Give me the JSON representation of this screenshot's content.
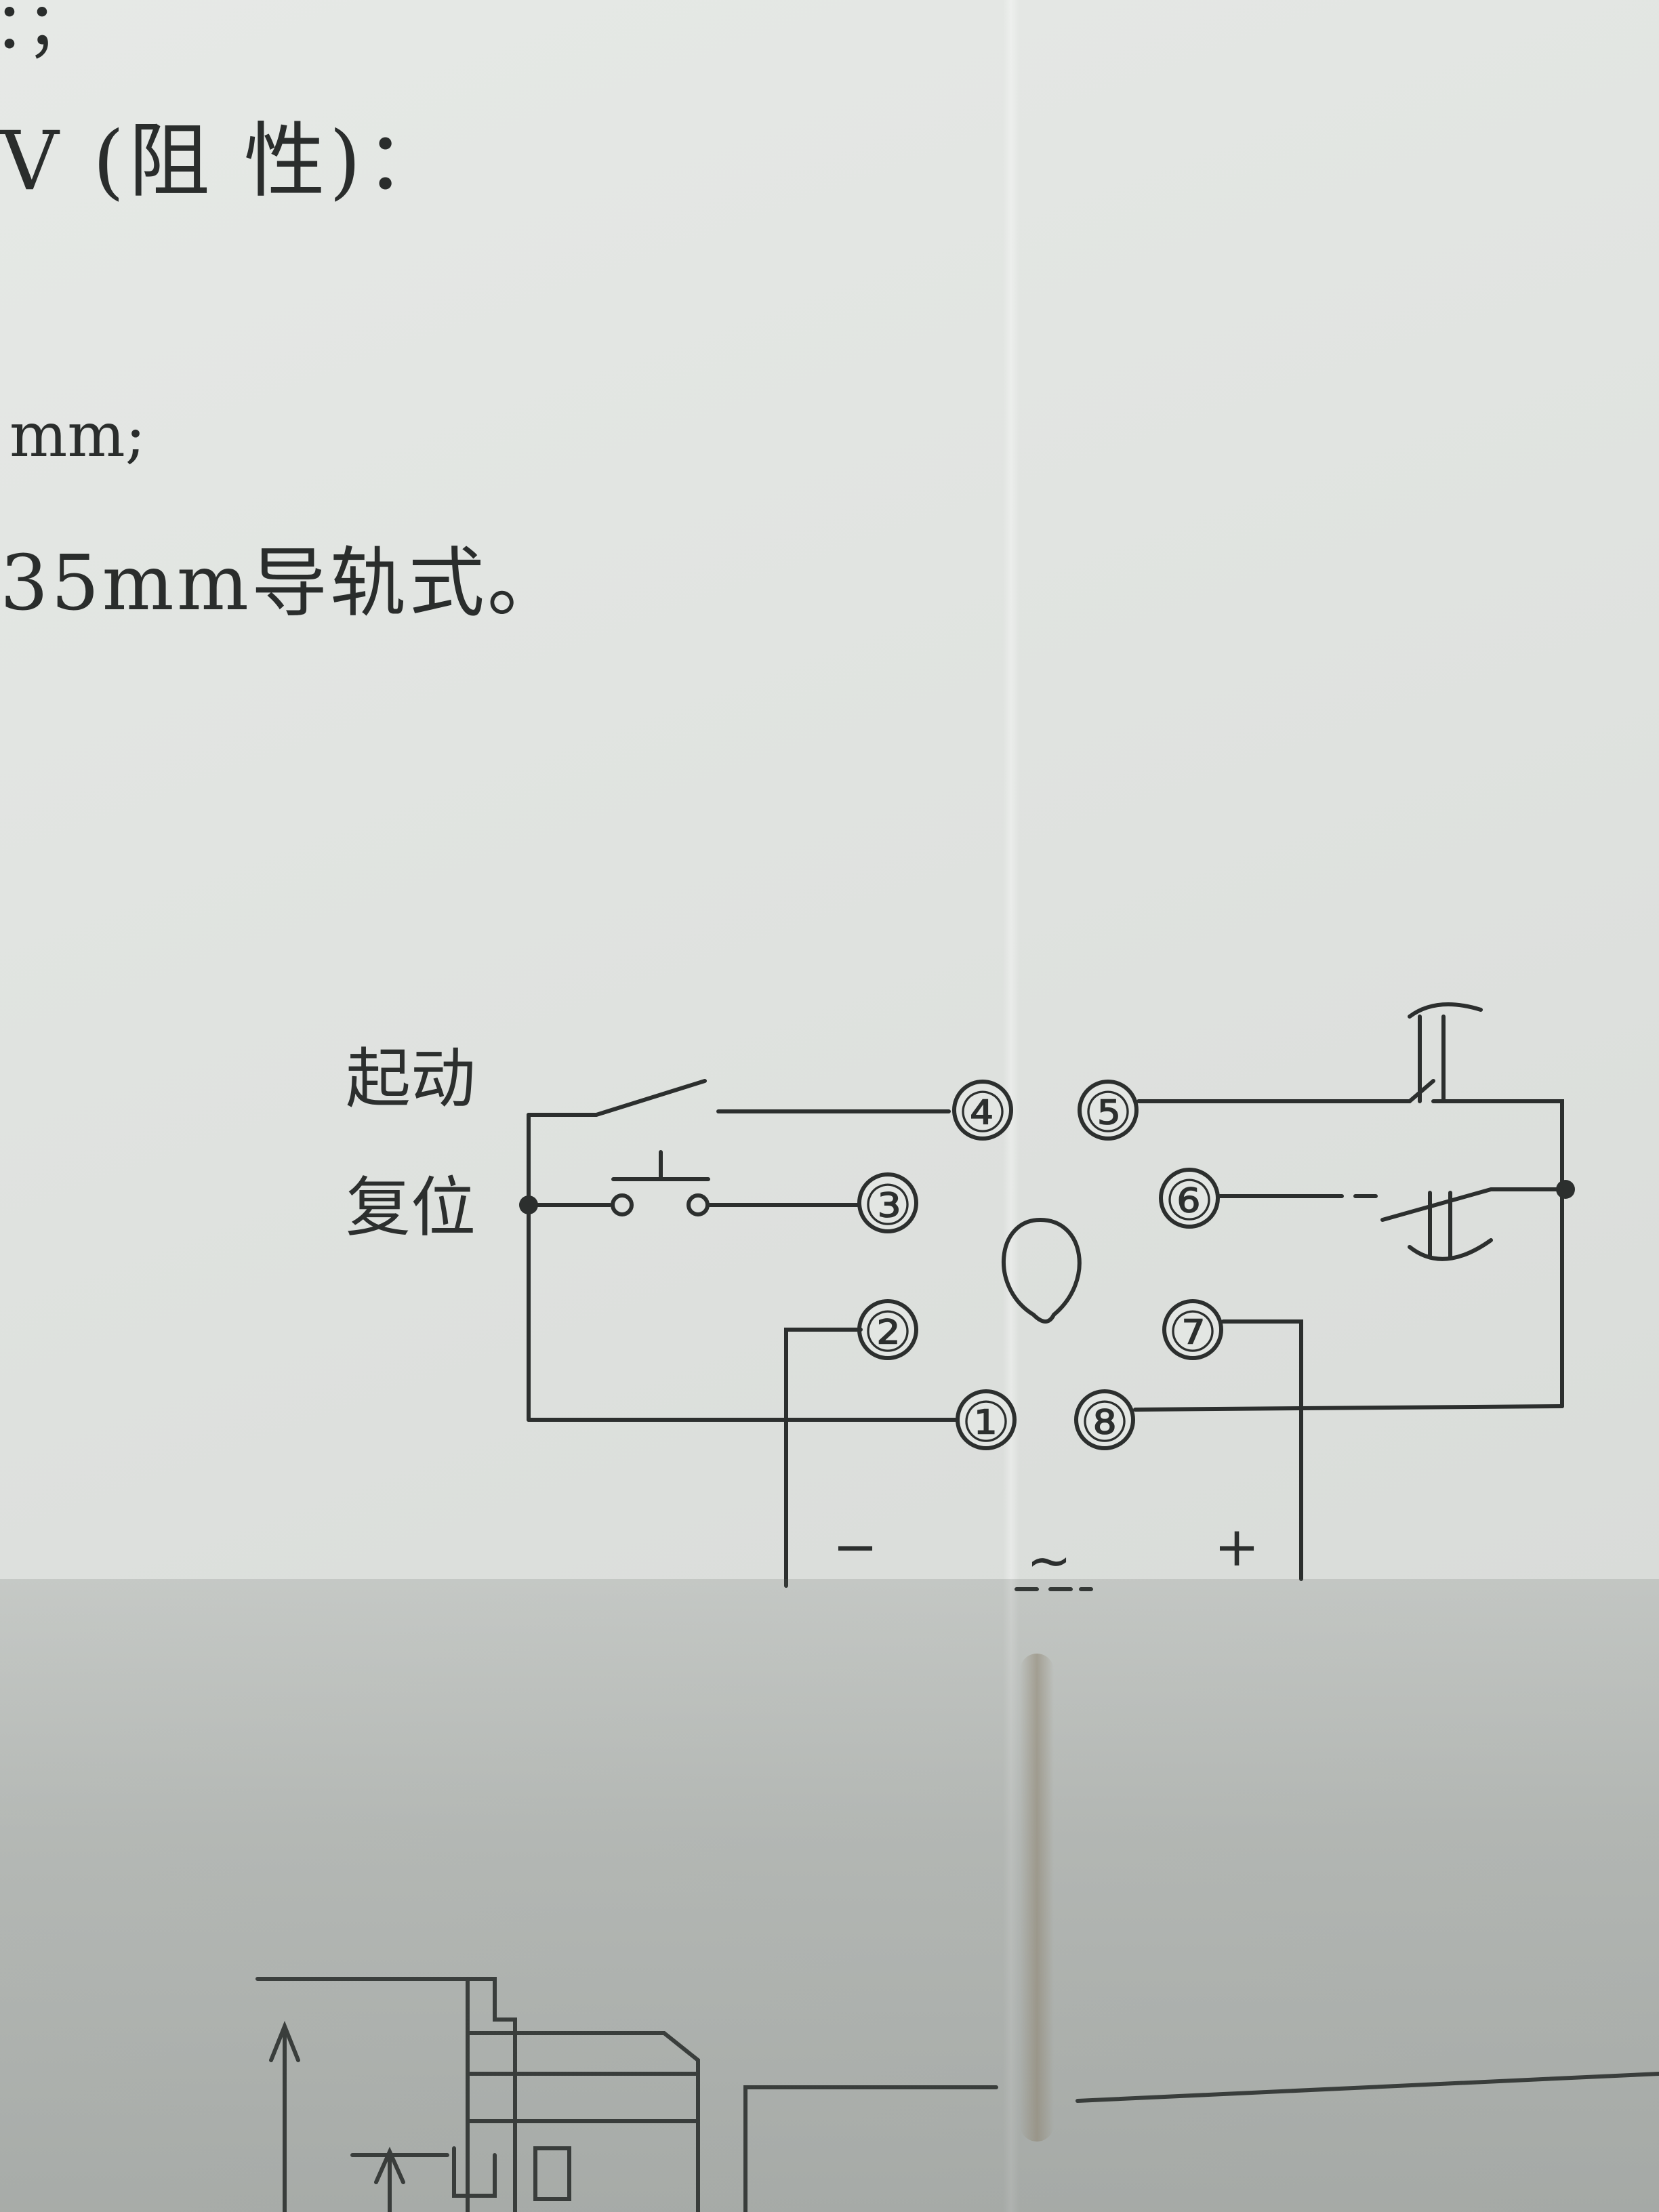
{
  "text": {
    "line1": "：；",
    "line2": "V (阻 性)：",
    "line3": "mm;",
    "line4": "35mm导轨式。"
  },
  "diagram": {
    "start_label": "起动",
    "reset_label": "复位",
    "terminals": [
      "④",
      "⑤",
      "③",
      "⑥",
      "②",
      "⑦",
      "①",
      "⑧"
    ],
    "polarity": {
      "minus": "−",
      "ac": "∼",
      "plus": "+"
    }
  },
  "colors": {
    "ink": "#2c2f2e",
    "paper": "#e3e6e3"
  }
}
